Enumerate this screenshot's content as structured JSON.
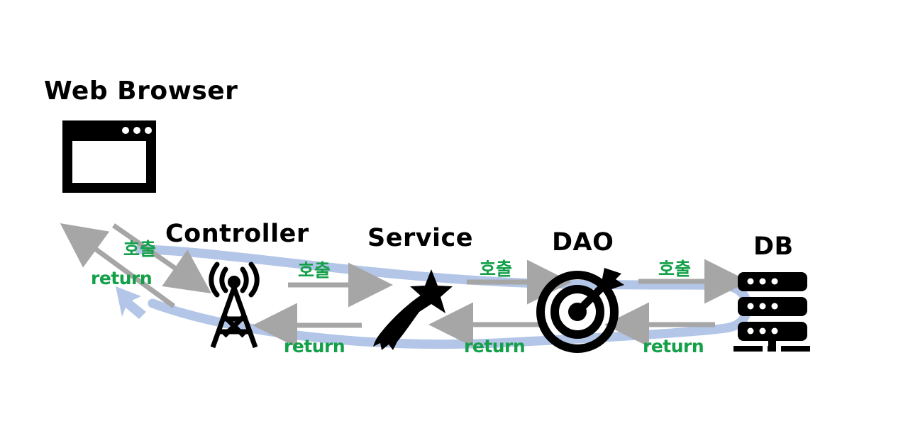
{
  "diagram": {
    "title_text": "Web Browser",
    "background_color": "#ffffff",
    "call_label": "호출",
    "return_label": "return",
    "colors": {
      "ink": "#000000",
      "green": "#13a049",
      "gray_arrow": "#a6a6a6",
      "blue_band": "#b3c6e7"
    },
    "nodes": [
      {
        "id": "web-browser",
        "label": "Web Browser",
        "icon": "browser-window-icon"
      },
      {
        "id": "controller",
        "label": "Controller",
        "icon": "radio-tower-icon"
      },
      {
        "id": "service",
        "label": "Service",
        "icon": "shooting-star-icon"
      },
      {
        "id": "dao",
        "label": "DAO",
        "icon": "target-bullseye-icon"
      },
      {
        "id": "db",
        "label": "DB",
        "icon": "database-server-icon"
      }
    ],
    "flows": [
      {
        "from": "web-browser",
        "to": "controller",
        "kind": "call",
        "label": "호출"
      },
      {
        "from": "controller",
        "to": "service",
        "kind": "call",
        "label": "호출"
      },
      {
        "from": "service",
        "to": "dao",
        "kind": "call",
        "label": "호출"
      },
      {
        "from": "dao",
        "to": "db",
        "kind": "call",
        "label": "호출"
      },
      {
        "from": "db",
        "to": "dao",
        "kind": "return",
        "label": "return"
      },
      {
        "from": "dao",
        "to": "service",
        "kind": "return",
        "label": "return"
      },
      {
        "from": "service",
        "to": "controller",
        "kind": "return",
        "label": "return"
      },
      {
        "from": "controller",
        "to": "web-browser",
        "kind": "return",
        "label": "return"
      }
    ],
    "labels": {
      "call_browser_controller": "호출",
      "return_controller_browser": "return",
      "call_controller_service": "호출",
      "return_service_controller": "return",
      "call_service_dao": "호출",
      "return_dao_service": "return",
      "call_dao_db": "호출",
      "return_db_dao": "return"
    }
  }
}
